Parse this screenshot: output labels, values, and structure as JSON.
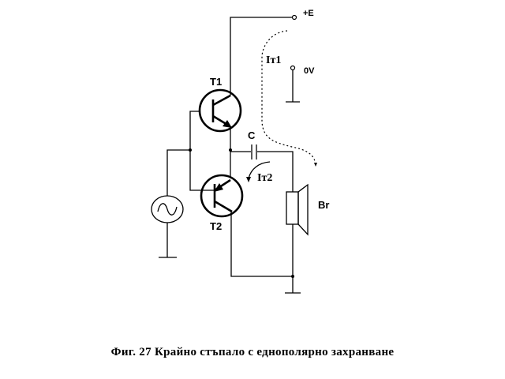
{
  "diagram": {
    "title": "Крайно стъпало с еднополярно захранване",
    "figure_number": "Фиг. 27",
    "caption": "Фиг. 27  Крайно стъпало с еднополярно захранване",
    "labels": {
      "supply_positive": "+E",
      "supply_zero": "0V",
      "transistor_1": "T1",
      "transistor_2": "T2",
      "capacitor": "C",
      "speaker": "Br",
      "current_1": "Iт1",
      "current_2": "Iт2"
    },
    "components": [
      {
        "id": "T1",
        "type": "npn-transistor"
      },
      {
        "id": "T2",
        "type": "pnp-transistor"
      },
      {
        "id": "C",
        "type": "capacitor"
      },
      {
        "id": "Br",
        "type": "loudspeaker"
      },
      {
        "id": "source",
        "type": "ac-signal-source"
      }
    ]
  }
}
